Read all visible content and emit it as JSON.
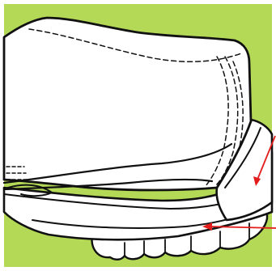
{
  "diagram": {
    "subject": "shoe-heel-line-drawing",
    "colors": {
      "frame": "#ffffff",
      "background": "#b4d957",
      "fill": "#ffffff",
      "outline": "#111111",
      "arrow": "#e31b1b"
    },
    "arrows": [
      {
        "name": "heel-counter-arrow"
      },
      {
        "name": "outsole-arrow"
      }
    ]
  }
}
